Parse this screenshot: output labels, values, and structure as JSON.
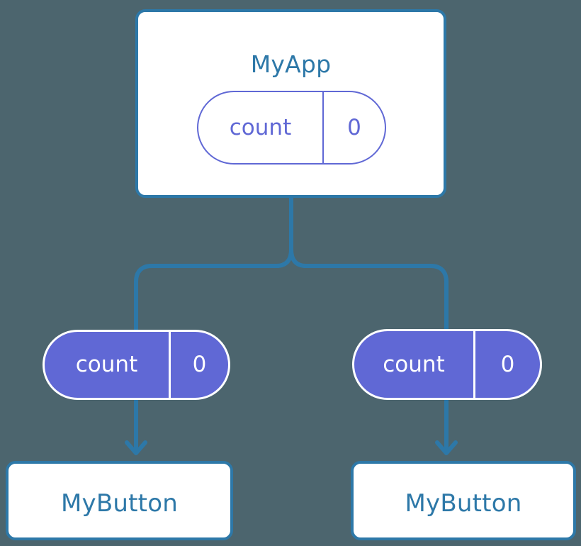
{
  "diagram": {
    "title": "MyApp component tree with count state",
    "background_color": "#4c656e",
    "colors": {
      "component_border": "#2d78a8",
      "component_text": "#2d78a8",
      "component_fill": "#ffffff",
      "state_accent": "#6068d5",
      "state_text_on_fill": "#ffffff",
      "edge": "#2d78a8"
    }
  },
  "nodes": {
    "root": {
      "label": "MyApp",
      "state": {
        "key": "count",
        "value": "0"
      }
    },
    "children": [
      {
        "label": "MyButton",
        "state": {
          "key": "count",
          "value": "0"
        }
      },
      {
        "label": "MyButton",
        "state": {
          "key": "count",
          "value": "0"
        }
      }
    ]
  }
}
